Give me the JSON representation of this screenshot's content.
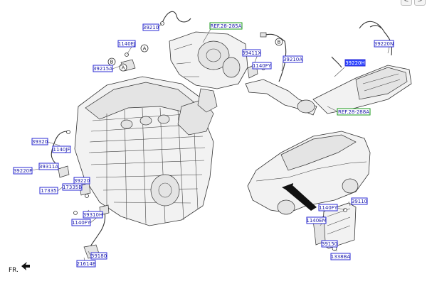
{
  "labels": [
    {
      "id": "39210-top",
      "text": "39210"
    },
    {
      "id": "ref-28-285a",
      "text": "REF.28-285A"
    },
    {
      "id": "1140ej",
      "text": "1140EJ"
    },
    {
      "id": "39215a",
      "text": "39215A"
    },
    {
      "id": "39411x",
      "text": "39411X"
    },
    {
      "id": "1140fy-mid",
      "text": "1140FY"
    },
    {
      "id": "39210a",
      "text": "39210A"
    },
    {
      "id": "39220n",
      "text": "39220N"
    },
    {
      "id": "39220h",
      "text": "39220H"
    },
    {
      "id": "ref-28-288a",
      "text": "REF.28-288A"
    },
    {
      "id": "39320",
      "text": "39320"
    },
    {
      "id": "1140jf",
      "text": "1140JF"
    },
    {
      "id": "39311a",
      "text": "39311A"
    },
    {
      "id": "39220f",
      "text": "39220F"
    },
    {
      "id": "39220-left",
      "text": "39220"
    },
    {
      "id": "17335b",
      "text": "17335B"
    },
    {
      "id": "17335",
      "text": "17335"
    },
    {
      "id": "39310h",
      "text": "39310H"
    },
    {
      "id": "1140fy-low",
      "text": "1140FY"
    },
    {
      "id": "39180",
      "text": "39180"
    },
    {
      "id": "21614e",
      "text": "21614E"
    },
    {
      "id": "1140fy-ecu",
      "text": "1140FY"
    },
    {
      "id": "39110",
      "text": "39110"
    },
    {
      "id": "1140em",
      "text": "1140EM"
    },
    {
      "id": "39150",
      "text": "39150"
    },
    {
      "id": "1338ba",
      "text": "1338BA"
    }
  ],
  "callouts": {
    "a": "A",
    "b": "B"
  },
  "orientation": "FR.",
  "window_controls": [
    "<",
    ">"
  ],
  "colors": {
    "label_border": "#2b2bd6",
    "label_text": "#1a1aa8",
    "selected_fill": "#2b43ff",
    "ref_border": "#1a9a1a"
  }
}
